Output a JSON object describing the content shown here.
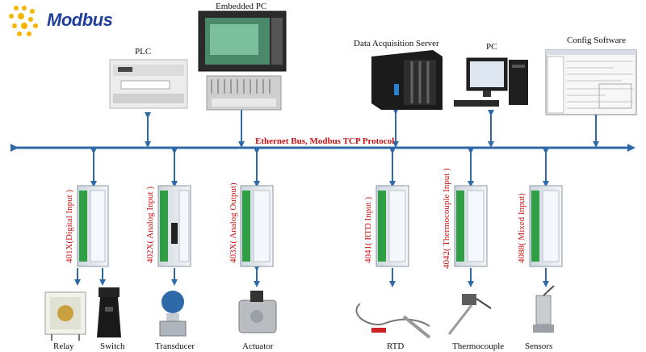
{
  "logo": {
    "text": "Modbus"
  },
  "bus": {
    "label": "Ethernet Bus, Modbus TCP Protocol"
  },
  "top_devices": {
    "embedded_pc": "Embedded PC",
    "plc": "PLC",
    "daq_server": "Data Acquisition Server",
    "pc": "PC",
    "config_software": "Config Software"
  },
  "modules": [
    {
      "label": "401X(Digital Input )"
    },
    {
      "label": "402X( Analog Input )"
    },
    {
      "label": "403X( Analog Output)"
    },
    {
      "label": "4041( RTD Input )"
    },
    {
      "label": "4042( Thermocouple Input )"
    },
    {
      "label": "4088( Mixed Input)"
    }
  ],
  "field_devices": {
    "relay": "Relay",
    "switch": "Switch",
    "transducer": "Transducer",
    "actuator": "Actuator",
    "rtd": "RTD",
    "thermocouple": "Thermocouple",
    "sensors": "Sensors"
  },
  "colors": {
    "arrow": "#2e6aa7",
    "label_red": "#cc1111",
    "module_green": "#2f9e44",
    "module_body": "#e7ebf0"
  }
}
